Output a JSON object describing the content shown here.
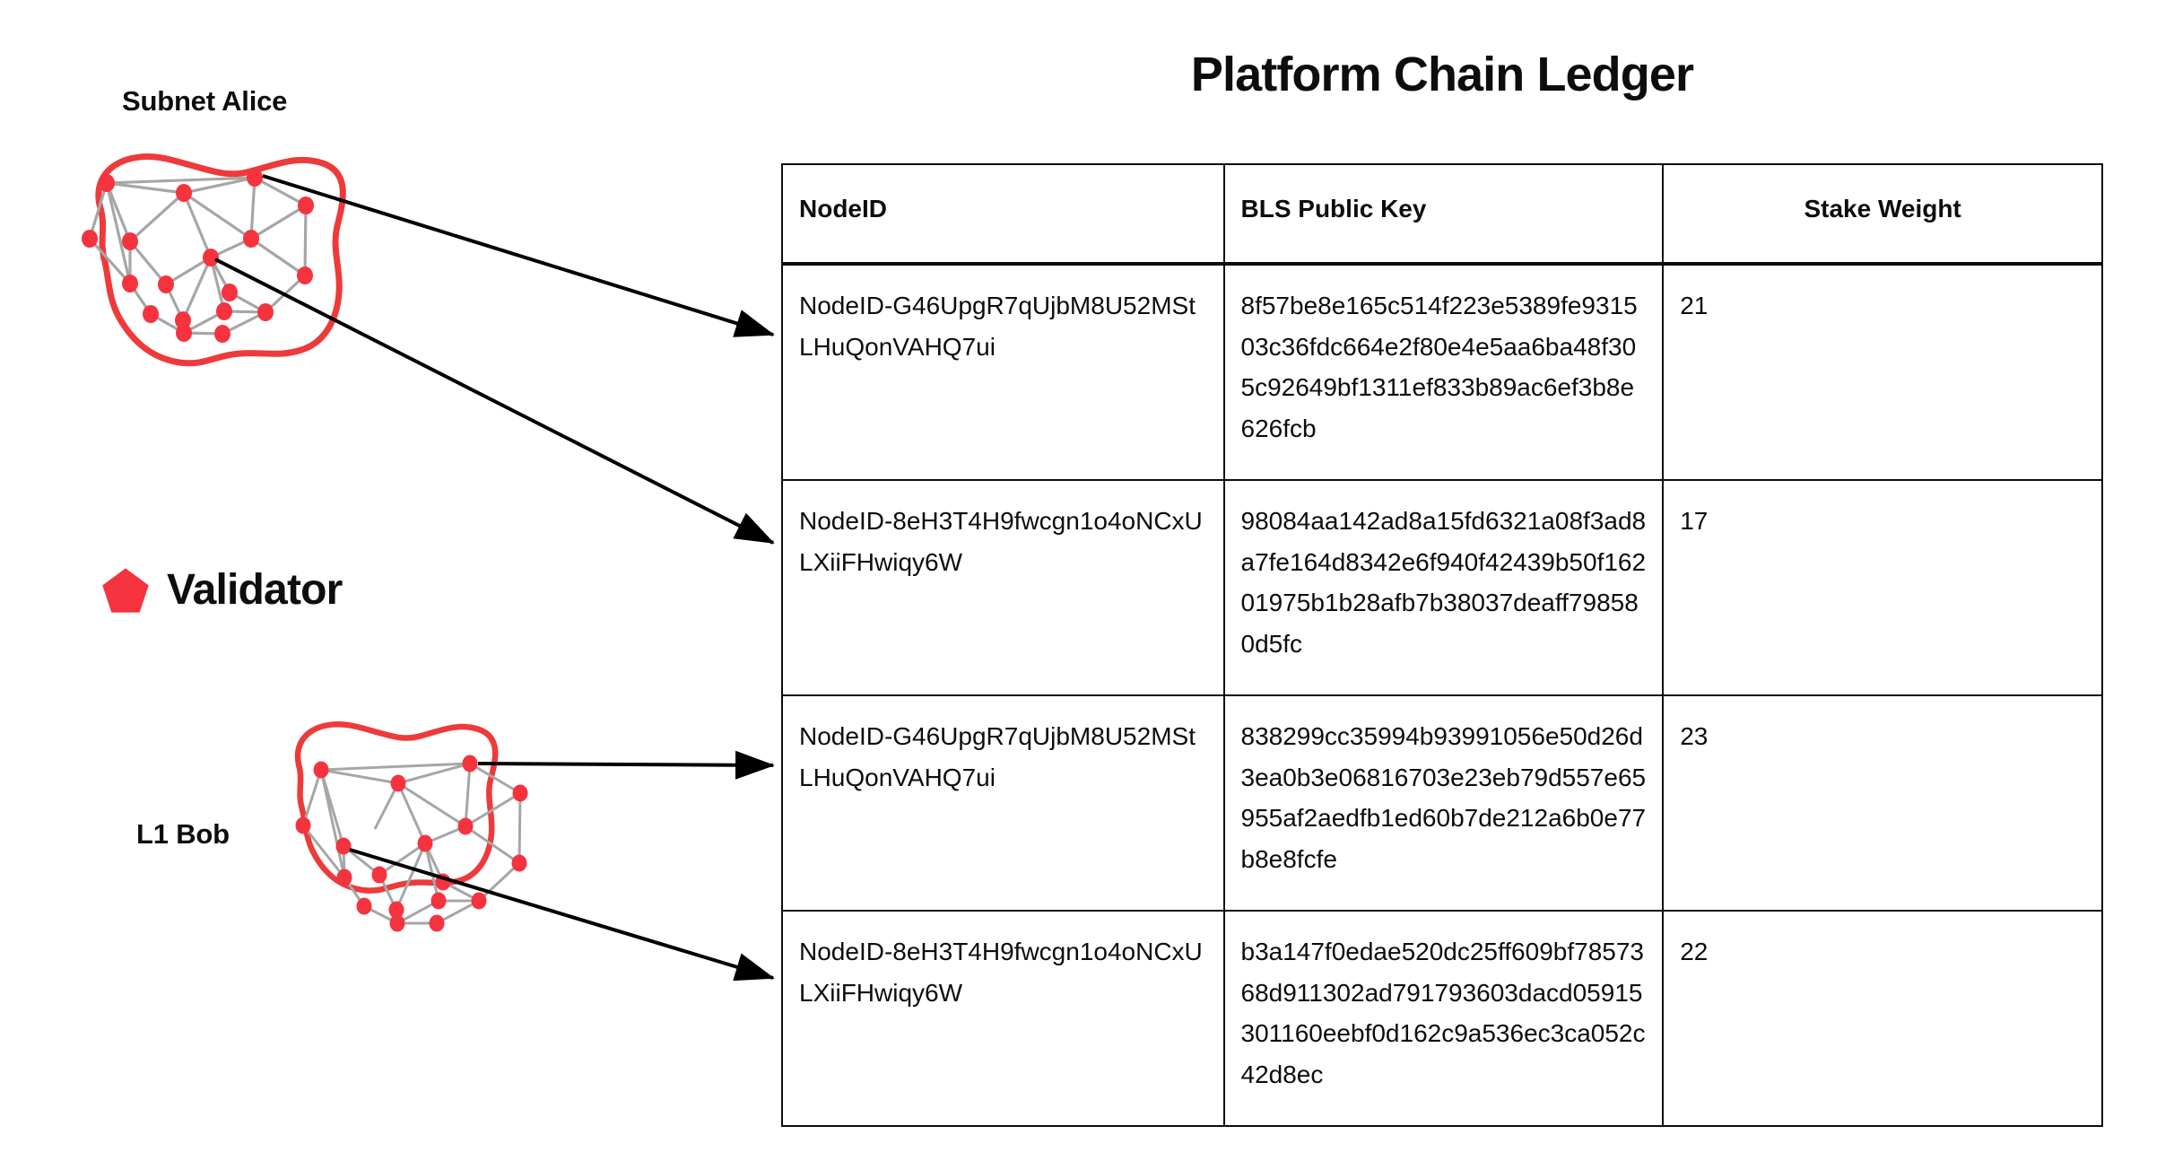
{
  "diagram": {
    "subnet_alice_label": "Subnet Alice",
    "l1_bob_label": "L1 Bob",
    "legend": {
      "validator_label": "Validator",
      "marker_icon": "pentagon-icon",
      "marker_color": "#F5333F"
    },
    "node_color": "#F5333F",
    "edge_color": "#A6A6A6",
    "blob_outline_color": "#EE3A3A",
    "arrow_color": "#000000"
  },
  "ledger": {
    "title": "Platform Chain Ledger",
    "columns": [
      {
        "key": "node_id",
        "label": "NodeID"
      },
      {
        "key": "bls_public_key",
        "label": "BLS Public Key"
      },
      {
        "key": "stake_weight",
        "label": "Stake Weight"
      }
    ],
    "rows": [
      {
        "node_id": "NodeID-G46UpgR7qUjbM8U52MStLHuQonVAHQ7ui",
        "bls_public_key": "8f57be8e165c514f223e5389fe931503c36fdc664e2f80e4e5aa6ba48f305c92649bf1311ef833b89ac6ef3b8e626fcb",
        "stake_weight": "21"
      },
      {
        "node_id": "NodeID-8eH3T4H9fwcgn1o4oNCxULXiiFHwiqy6W",
        "bls_public_key": "98084aa142ad8a15fd6321a08f3ad8a7fe164d8342e6f940f42439b50f16201975b1b28afb7b38037deaff798580d5fc",
        "stake_weight": "17"
      },
      {
        "node_id": "NodeID-G46UpgR7qUjbM8U52MStLHuQonVAHQ7ui",
        "bls_public_key": "838299cc35994b93991056e50d26d3ea0b3e06816703e23eb79d557e65955af2aedfb1ed60b7de212a6b0e77b8e8fcfe",
        "stake_weight": "23"
      },
      {
        "node_id": "NodeID-8eH3T4H9fwcgn1o4oNCxULXiiFHwiqy6W",
        "bls_public_key": "b3a147f0edae520dc25ff609bf7857368d911302ad791793603dacd05915301160eebf0d162c9a536ec3ca052c42d8ec",
        "stake_weight": "22"
      }
    ]
  }
}
